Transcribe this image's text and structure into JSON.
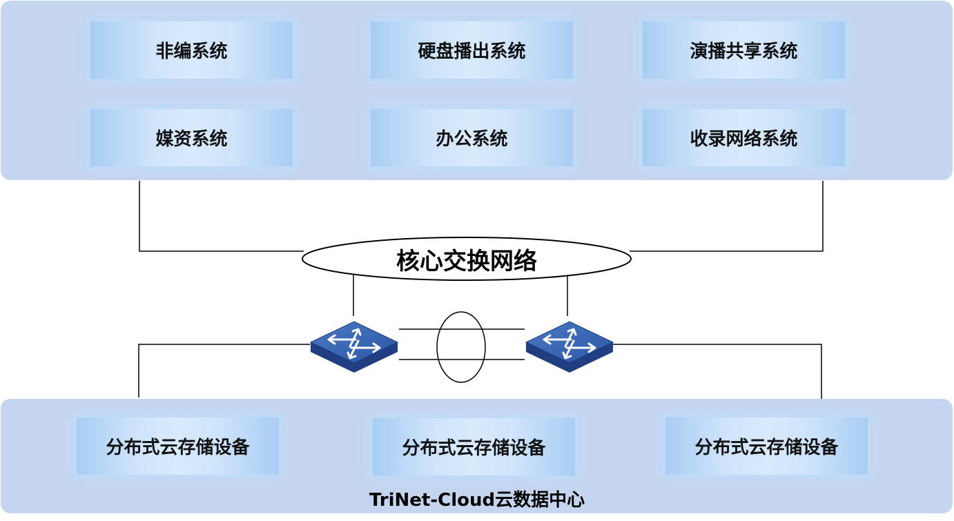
{
  "top_systems": [
    {
      "label": "非编系统"
    },
    {
      "label": "硬盘播出系统"
    },
    {
      "label": "演播共享系统"
    },
    {
      "label": "媒资系统"
    },
    {
      "label": "办公系统"
    },
    {
      "label": "收录网络系统"
    }
  ],
  "core_network": {
    "label": "核心交换网络"
  },
  "storage_devices": [
    {
      "label": "分布式云存储设备"
    },
    {
      "label": "分布式云存储设备"
    },
    {
      "label": "分布式云存储设备"
    }
  ],
  "datacenter": {
    "label": "TriNet-Cloud云数据中心"
  },
  "colors": {
    "panel": "#c5d5ef",
    "box": "#b9dbf7",
    "switch": "#2f5aa5",
    "line": "#000000"
  },
  "icons": {
    "switch": "network-switch-icon"
  }
}
